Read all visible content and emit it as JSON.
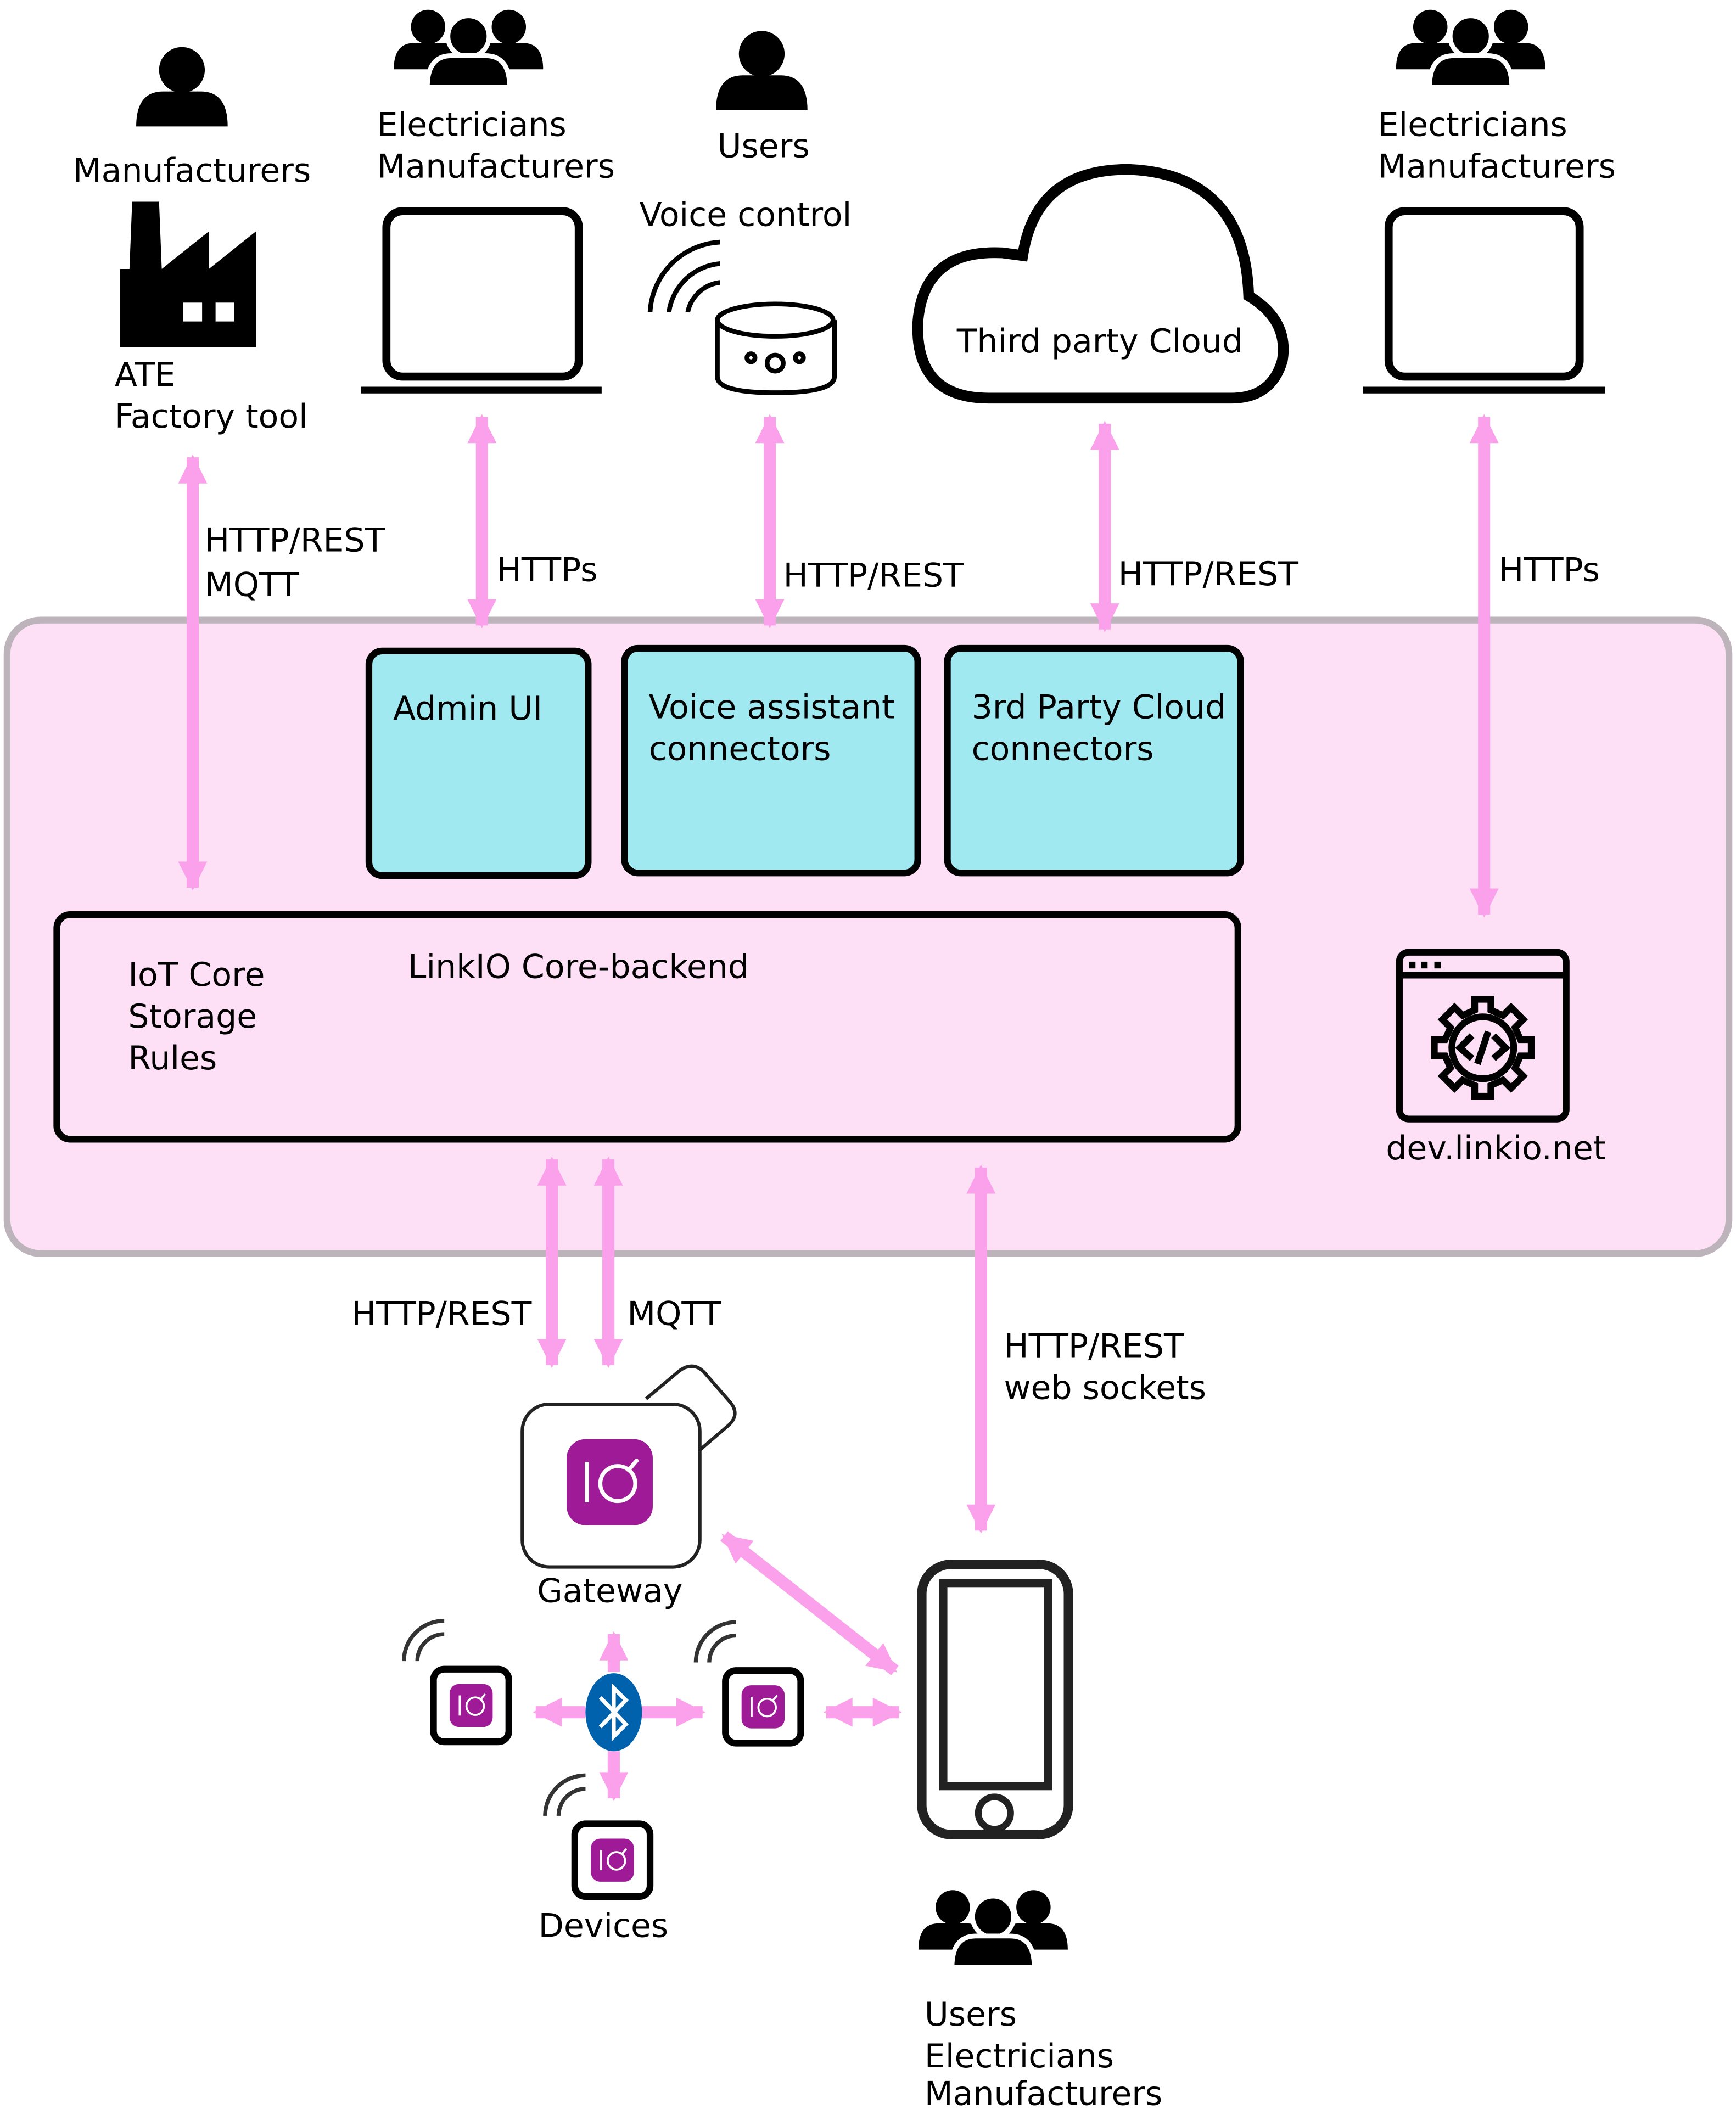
{
  "colors": {
    "platform_bg": "#fde0f6",
    "platform_border": "#bdb3ba",
    "component_fill": "#a0e9f0",
    "arrow": "#fba0ea",
    "brand_purple": "#9e1a96",
    "bluetooth_blue": "#0062ad"
  },
  "actors": {
    "ate": {
      "role": "Manufacturers",
      "tool_line1": "ATE",
      "tool_line2": "Factory tool",
      "icon": "factory-icon"
    },
    "admin_users": {
      "line1": "Electricians",
      "line2": "Manufacturers",
      "icon": "laptop-icon"
    },
    "voice": {
      "role": "Users",
      "label": "Voice control",
      "icon": "smart-speaker-icon"
    },
    "cloud": {
      "label": "Third party Cloud",
      "icon": "cloud-icon"
    },
    "dev_users": {
      "line1": "Electricians",
      "line2": "Manufacturers",
      "icon": "laptop-icon"
    },
    "mobile_users": {
      "line1": "Users",
      "line2": "Electricians",
      "line3": "Manufacturers",
      "icon": "smartphone-icon"
    }
  },
  "protocols": {
    "ate": {
      "line1": "HTTP/REST",
      "line2": "MQTT"
    },
    "admin": "HTTPs",
    "voice": "HTTP/REST",
    "cloud": "HTTP/REST",
    "dev": "HTTPs",
    "gateway_rest": "HTTP/REST",
    "gateway_mqtt": "MQTT",
    "mobile": {
      "line1": "HTTP/REST",
      "line2": "web sockets"
    }
  },
  "platform": {
    "admin_ui": "Admin UI",
    "voice_connectors": {
      "line1": "Voice assistant",
      "line2": "connectors"
    },
    "cloud_connectors": {
      "line1": "3rd Party Cloud",
      "line2": "connectors"
    },
    "core": {
      "title": "LinkIO Core-backend",
      "services": [
        "IoT Core",
        "Storage",
        "Rules"
      ]
    },
    "dev_portal": {
      "label": "dev.linkio.net",
      "icon": "web-code-gear-icon"
    }
  },
  "edge": {
    "gateway": "Gateway",
    "devices": "Devices",
    "bluetooth_icon": "bluetooth-icon",
    "logo_text": "IO"
  }
}
